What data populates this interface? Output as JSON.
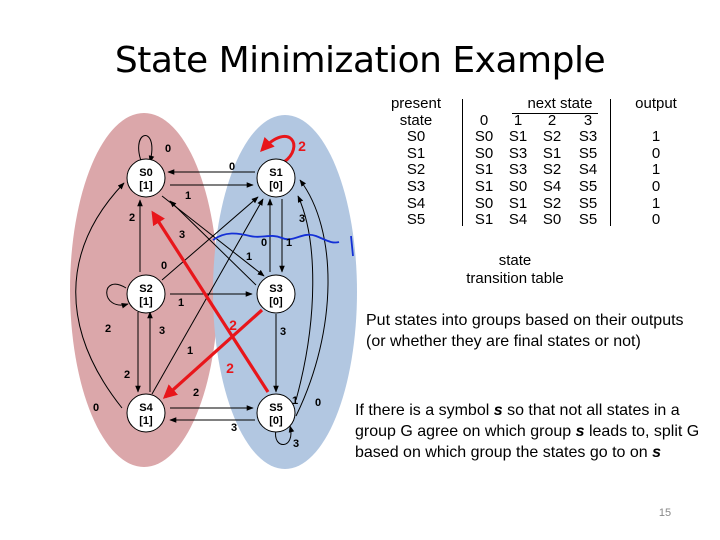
{
  "title": "State Minimization Example",
  "page_number": "15",
  "diagram": {
    "states": [
      {
        "id": "s0",
        "name": "S0",
        "output": "[1]"
      },
      {
        "id": "s1",
        "name": "S1",
        "output": "[0]"
      },
      {
        "id": "s2",
        "name": "S2",
        "output": "[1]"
      },
      {
        "id": "s3",
        "name": "S3",
        "output": "[0]"
      },
      {
        "id": "s4",
        "name": "S4",
        "output": "[1]"
      },
      {
        "id": "s5",
        "name": "S5",
        "output": "[0]"
      }
    ],
    "edge_labels": [
      "0",
      "0",
      "1",
      "2",
      "3",
      "3",
      "0",
      "1",
      "1",
      "0",
      "1",
      "2",
      "3",
      "3",
      "1",
      "2",
      "2",
      "3",
      "1",
      "0",
      "0",
      "3"
    ],
    "highlight_labels": [
      "2",
      "2",
      "2"
    ],
    "colors": {
      "group_output_1": "#dba7aa",
      "group_output_0": "#b2c7e1",
      "highlight": "#e8161b",
      "annotation_pen": "#1430d6"
    }
  },
  "table": {
    "header_left": [
      "present",
      "state"
    ],
    "header_next_state": "next state",
    "inputs": [
      "0",
      "1",
      "2",
      "3"
    ],
    "header_output": "output",
    "rows": [
      {
        "present": "S0",
        "next": [
          "S0",
          "S1",
          "S2",
          "S3"
        ],
        "output": "1"
      },
      {
        "present": "S1",
        "next": [
          "S0",
          "S3",
          "S1",
          "S5"
        ],
        "output": "0"
      },
      {
        "present": "S2",
        "next": [
          "S1",
          "S3",
          "S2",
          "S4"
        ],
        "output": "1"
      },
      {
        "present": "S3",
        "next": [
          "S1",
          "S0",
          "S4",
          "S5"
        ],
        "output": "0"
      },
      {
        "present": "S4",
        "next": [
          "S0",
          "S1",
          "S2",
          "S5"
        ],
        "output": "1"
      },
      {
        "present": "S5",
        "next": [
          "S1",
          "S4",
          "S0",
          "S5"
        ],
        "output": "0"
      }
    ]
  },
  "caption": [
    "state",
    "transition table"
  ],
  "paragraph1": "Put states into groups based on their outputs (or whether they are final states or not)",
  "paragraph2": {
    "part1": "If there is a symbol ",
    "sym1": "s",
    "part2": " so that not all states in a group G agree on which group ",
    "sym2": "s",
    "part3": " leads to, split G based on which group the states go to on ",
    "sym3": "s"
  }
}
